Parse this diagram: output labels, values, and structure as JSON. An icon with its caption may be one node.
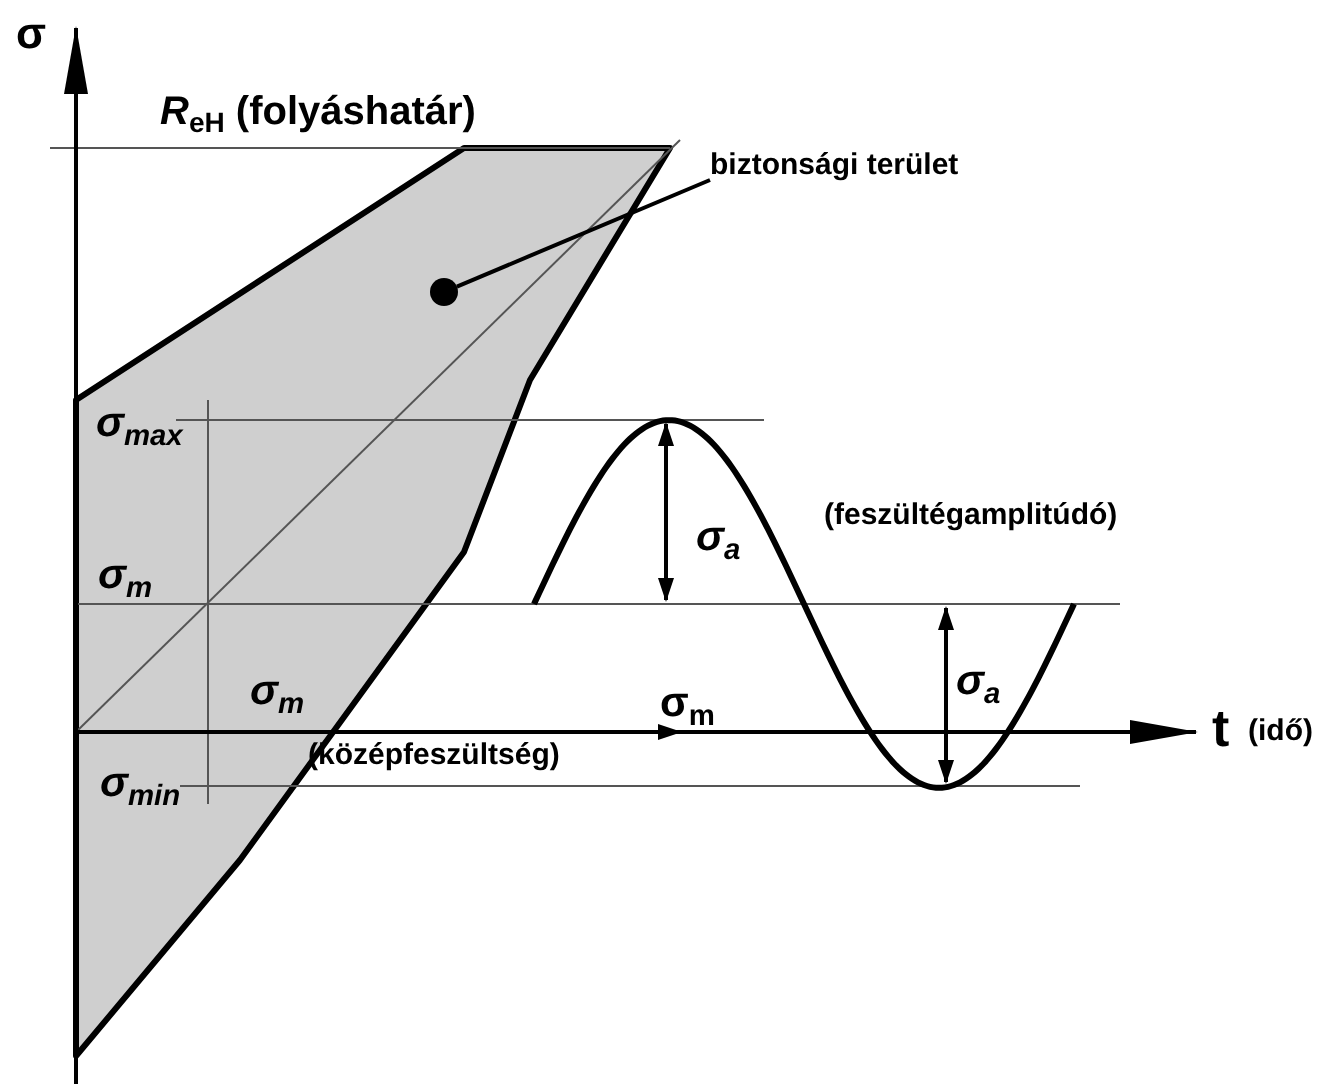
{
  "diagram": {
    "nodes": [
      {
        "text": [
          "biztonsági terület"
        ]
      },
      {
        "text": [],
        "shape": "polygon"
      },
      {
        "text": [],
        "shape": "circle",
        "in": 1
      }
    ],
    "edges": [
      {
        "from": 0,
        "to": 2,
        "arrow": "none"
      }
    ],
    "labels": [
      "σ",
      "*R*$_{eH}$ (folyáshatár)",
      "σ$_{max}$",
      "σ$_{m}$",
      "σ$_{a}$",
      "(feszültégamplitúdó)",
      "σ$_{m}$",
      "σ$_{m}$",
      "(középfeszültség)",
      "σ$_{a}$",
      "t",
      "(idő)",
      "σ$_{min}$"
    ]
  }
}
